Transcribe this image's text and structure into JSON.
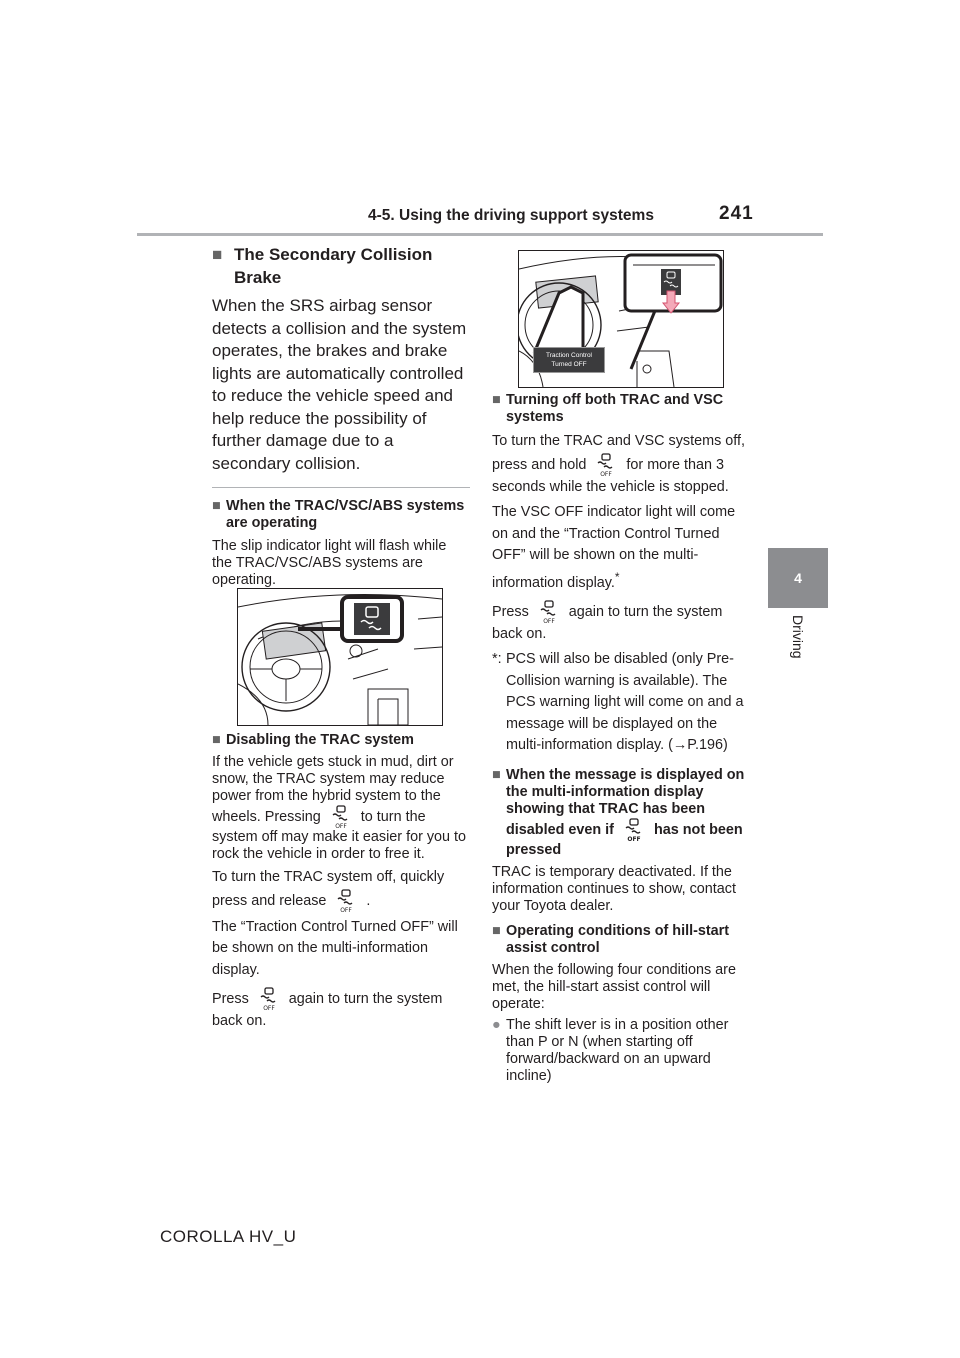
{
  "header": {
    "title": "4-5. Using the driving support systems",
    "page_number": "241"
  },
  "side_tab": {
    "number": "4",
    "label": "Driving"
  },
  "footer": {
    "model": "COROLLA HV_U"
  },
  "left": {
    "sec1_head": "The Secondary Collision Brake",
    "sec1_body": "When the SRS airbag sensor detects a collision and the system operates, the brakes and brake lights are automatically controlled to reduce the vehicle speed and help reduce the possibility of further damage due to a secondary collision.",
    "sec2_head": "When the TRAC/VSC/ABS systems are operating",
    "sec2_body": "The slip indicator light will flash while the TRAC/VSC/ABS systems are operating.",
    "sec3_head": "Disabling the TRAC system",
    "sec3_p1a": "If the vehicle gets stuck in mud, dirt or snow, the TRAC system may reduce power from the hybrid system to the wheels. Pressing",
    "sec3_p1b": "to turn the system off may make it easier for you to rock the vehicle in order to free it.",
    "sec3_p2a": "To turn the TRAC system off, quickly press and release",
    "sec3_p2b": ".",
    "sec3_p3": "The “Traction Control Turned OFF” will be shown on the multi-information display.",
    "sec3_p4a": "Press",
    "sec3_p4b": "again to turn the system back on."
  },
  "right": {
    "figure_label": "Traction Control Turned OFF",
    "sec4_head": "Turning off both TRAC and VSC systems",
    "sec4_p1a": "To turn the TRAC and VSC systems off, press and hold",
    "sec4_p1b": "for more than 3 seconds while the vehicle is stopped.",
    "sec4_p2": "The VSC OFF indicator light will come on and the “Traction Control Turned OFF” will be shown on the multi-information display.",
    "sec4_p2_sup": "*",
    "sec4_p3a": "Press",
    "sec4_p3b": "again to turn the system back on.",
    "note_mark": "*:",
    "note_text": "PCS will also be disabled (only Pre-Collision warning is available). The PCS warning light will come on and a message will be displayed on the multi-information display. (→P.196)",
    "sec5_head_a": "When the message is displayed on the multi-information display showing that TRAC has been disabled even if",
    "sec5_head_b": "has not been pressed",
    "sec5_body": "TRAC is temporary deactivated. If the information continues to show, contact your Toyota dealer.",
    "sec6_head": "Operating conditions of hill-start assist control",
    "sec6_body": "When the following four conditions are met, the hill-start assist control will operate:",
    "sec6_bullet": "The shift lever is in a position other than P or N (when starting off forward/backward on an upward incline)"
  },
  "icons": {
    "off_switch": "vsc-off-icon",
    "section_marker": "square-marker",
    "bullet": "circle-bullet"
  }
}
